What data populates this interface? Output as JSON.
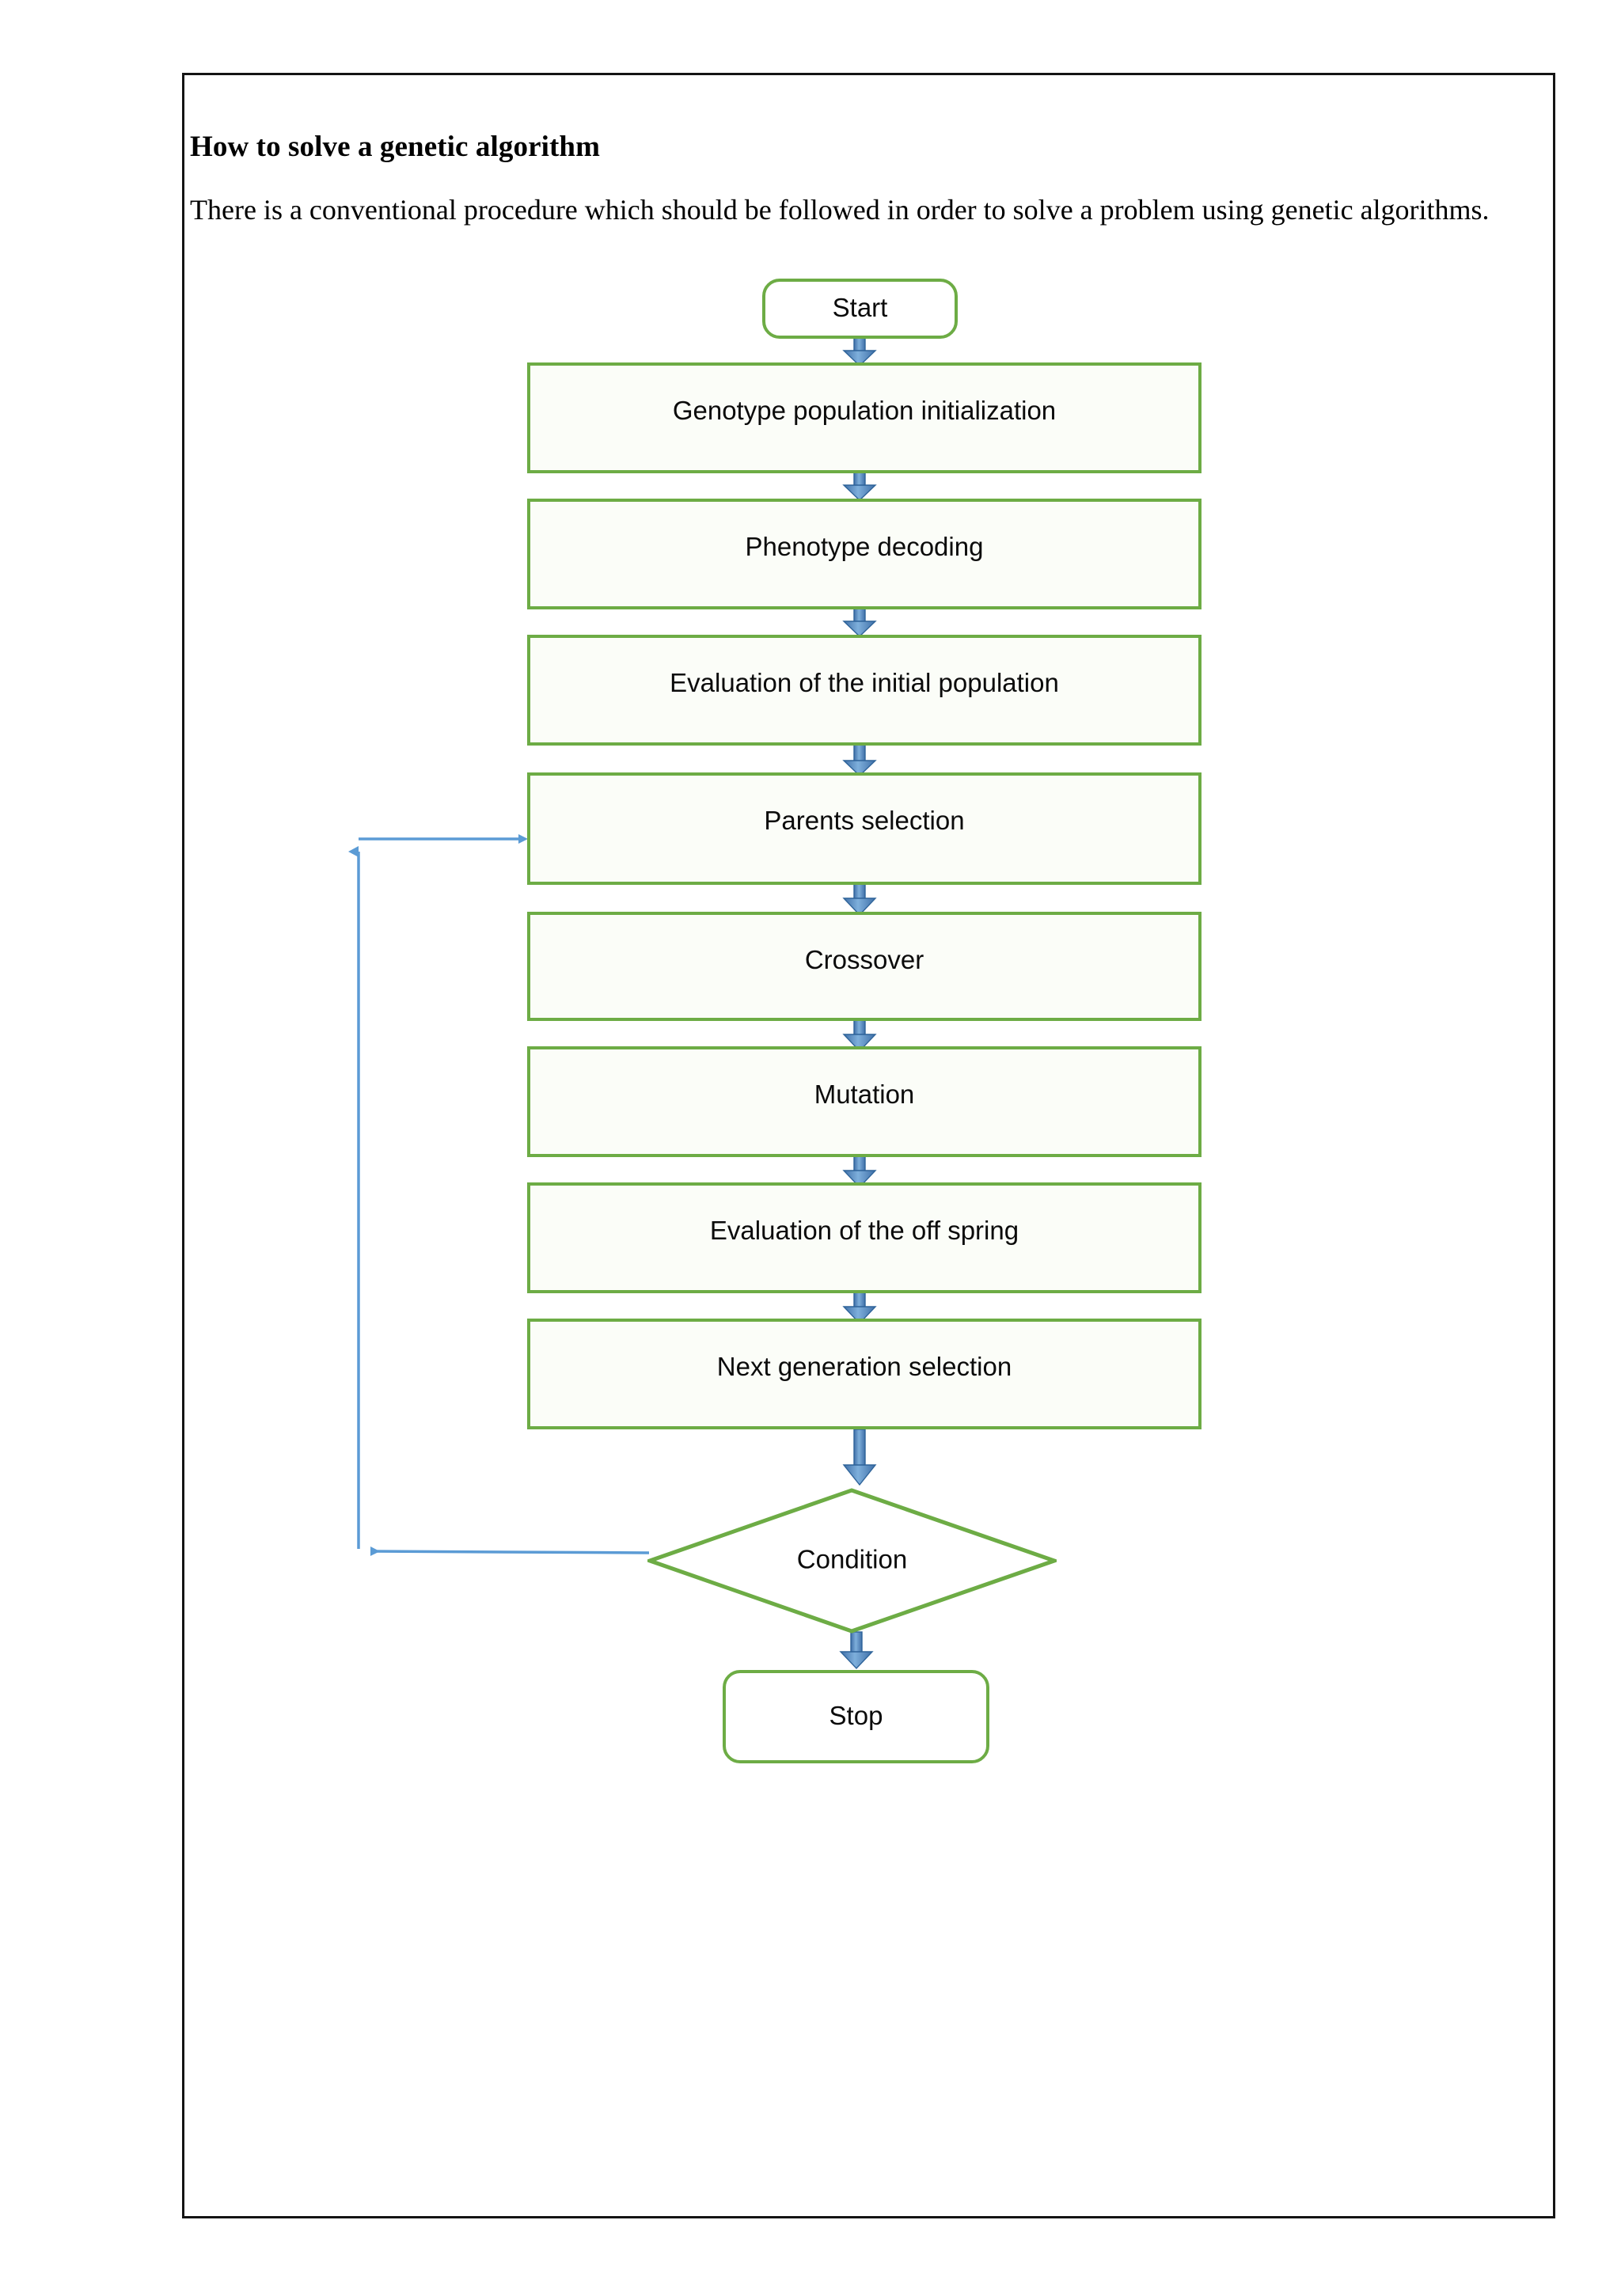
{
  "document": {
    "heading": "How to solve a genetic algorithm",
    "paragraph": "There is a conventional procedure which should be followed in order to solve a problem using genetic algorithms."
  },
  "colors": {
    "node_border_green": "#6DAC45",
    "node_fill": "#FBFDF8",
    "arrow_blue": "#4F81BD",
    "arrow_blue_light": "#5B9BD5",
    "arrow_outline": "#2E6399",
    "page_border": "#141414",
    "text": "#0B0B0B"
  },
  "flowchart": {
    "title": "genetic-algorithm-procedure-flowchart",
    "nodes": [
      {
        "id": "start",
        "type": "terminator",
        "label": "Start"
      },
      {
        "id": "genotype-init",
        "type": "process",
        "label": "Genotype population initialization"
      },
      {
        "id": "phenotype-decoding",
        "type": "process",
        "label": "Phenotype decoding"
      },
      {
        "id": "eval-initial",
        "type": "process",
        "label": "Evaluation of the initial population"
      },
      {
        "id": "parents-selection",
        "type": "process",
        "label": "Parents selection"
      },
      {
        "id": "crossover",
        "type": "process",
        "label": "Crossover"
      },
      {
        "id": "mutation",
        "type": "process",
        "label": "Mutation"
      },
      {
        "id": "eval-offspring",
        "type": "process",
        "label": "Evaluation of the off spring"
      },
      {
        "id": "next-gen-selection",
        "type": "process",
        "label": "Next generation selection"
      },
      {
        "id": "condition",
        "type": "decision",
        "label": "Condition"
      },
      {
        "id": "stop",
        "type": "terminator",
        "label": "Stop"
      }
    ],
    "edges": [
      {
        "from": "start",
        "to": "genotype-init",
        "direction": "down"
      },
      {
        "from": "genotype-init",
        "to": "phenotype-decoding",
        "direction": "down"
      },
      {
        "from": "phenotype-decoding",
        "to": "eval-initial",
        "direction": "down"
      },
      {
        "from": "eval-initial",
        "to": "parents-selection",
        "direction": "down"
      },
      {
        "from": "parents-selection",
        "to": "crossover",
        "direction": "down"
      },
      {
        "from": "crossover",
        "to": "mutation",
        "direction": "down"
      },
      {
        "from": "mutation",
        "to": "eval-offspring",
        "direction": "down"
      },
      {
        "from": "eval-offspring",
        "to": "next-gen-selection",
        "direction": "down"
      },
      {
        "from": "next-gen-selection",
        "to": "condition",
        "direction": "down"
      },
      {
        "from": "condition",
        "to": "stop",
        "direction": "down"
      },
      {
        "from": "condition",
        "to": "parents-selection",
        "direction": "feedback-loop"
      }
    ]
  }
}
